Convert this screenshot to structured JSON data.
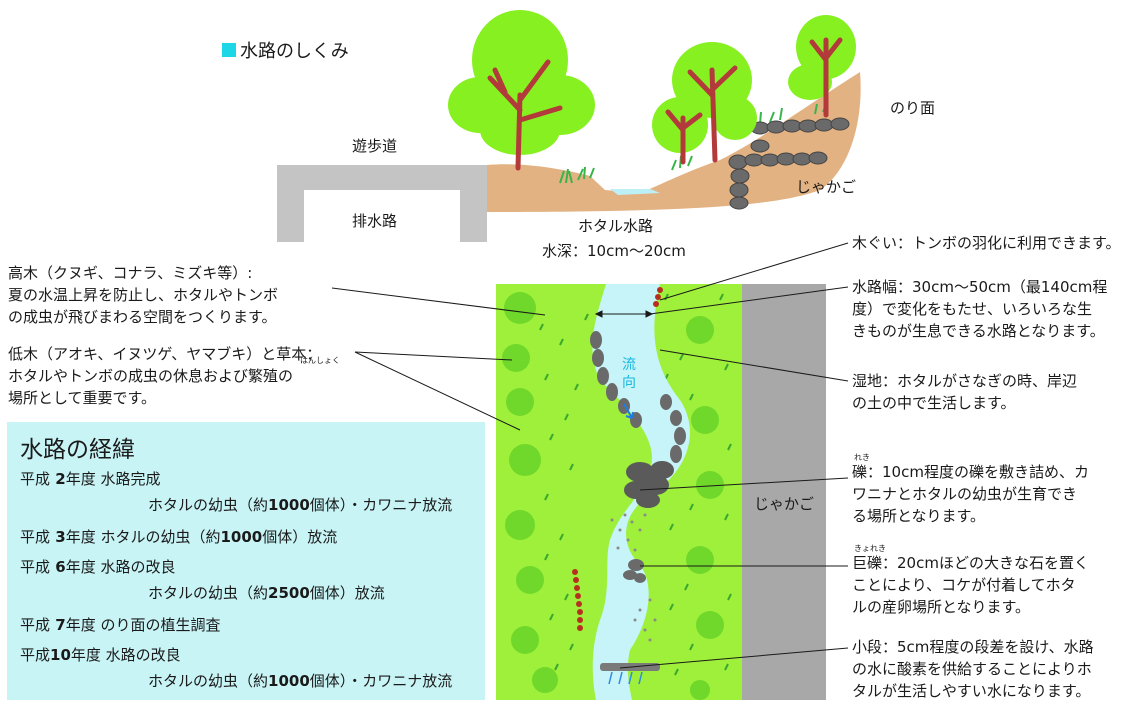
{
  "title": "水路のしくみ",
  "colors": {
    "title_mark": "#1ed7e6",
    "water": "#c6f4f8",
    "grass": "#9ef03a",
    "grass_dark": "#5cc424",
    "soil": "#e3b282",
    "stone": "#6a6a6a",
    "gabion": "#a8a8a8",
    "history_bg": "#c8f4f6",
    "tree_trunk": "#b33a3a",
    "tree_leaf": "#87f021"
  },
  "section": {
    "promenade": "遊歩道",
    "drain": "排水路",
    "slope": "のり面",
    "gabion": "じゃかご",
    "channel": "ホタル水路",
    "depth": "水深：10cm〜20cm"
  },
  "plan": {
    "flow_1": "流",
    "flow_2": "向",
    "gabion": "じゃかご"
  },
  "left_notes": {
    "tall_trees": [
      "高木（クヌギ、コナラ、ミズキ等）:",
      "夏の水温上昇を防止し、ホタルやトンボ",
      "の成虫が飛びまわる空間をつくります。"
    ],
    "low_trees": [
      "低木（アオキ、イヌツゲ、ヤマブキ）と草本：",
      "ホタルやトンボの成虫の休息および繁殖の",
      "場所として重要です。"
    ],
    "low_trees_ruby": "はんしょく"
  },
  "right_notes": {
    "stakes": "木ぐい：トンボの羽化に利用できます。",
    "width": [
      "水路幅：30cm〜50cm（最140cm程",
      "度）で変化をもたせ、いろいろな生",
      "きものが生息できる水路となります。"
    ],
    "wetland": [
      "湿地：ホタルがさなぎの時、岸辺",
      "の土の中で生活します。"
    ],
    "gravel": [
      "礫：10cm程度の礫を敷き詰め、カ",
      "ワニナとホタルの幼虫が生育でき",
      "る場所となります。"
    ],
    "gravel_ruby": "れき",
    "boulder": [
      "巨礫：20cmほどの大きな石を置く",
      "ことにより、コケが付着してホタ",
      "ルの産卵場所となります。"
    ],
    "boulder_ruby": "きょれき",
    "step": [
      "小段：5cm程度の段差を設け、水路",
      "の水に酸素を供給することによりホ",
      "タルが生活しやすい水になります。"
    ]
  },
  "history": {
    "title": "水路の経緯",
    "rows": [
      {
        "era": "平成",
        "year": " 2",
        "unit": "年度",
        "event": " 水路完成"
      },
      {
        "indent": "ホタルの幼虫（約",
        "num": "1000",
        "rest": "個体）・カワニナ放流"
      },
      {
        "era": "平成",
        "year": " 3",
        "unit": "年度",
        "event": " ホタルの幼虫（約",
        "num": "1000",
        "rest": "個体）放流"
      },
      {
        "era": "平成",
        "year": " 6",
        "unit": "年度",
        "event": " 水路の改良"
      },
      {
        "indent": "ホタルの幼虫（約",
        "num": "2500",
        "rest": "個体）放流"
      },
      {
        "era": "平成",
        "year": " 7",
        "unit": "年度",
        "event": " のり面の植生調査"
      },
      {
        "era": "平成",
        "year": "10",
        "unit": "年度",
        "event": " 水路の改良"
      },
      {
        "indent": "ホタルの幼虫（約",
        "num": "1000",
        "rest": "個体）・カワニナ放流"
      }
    ]
  }
}
